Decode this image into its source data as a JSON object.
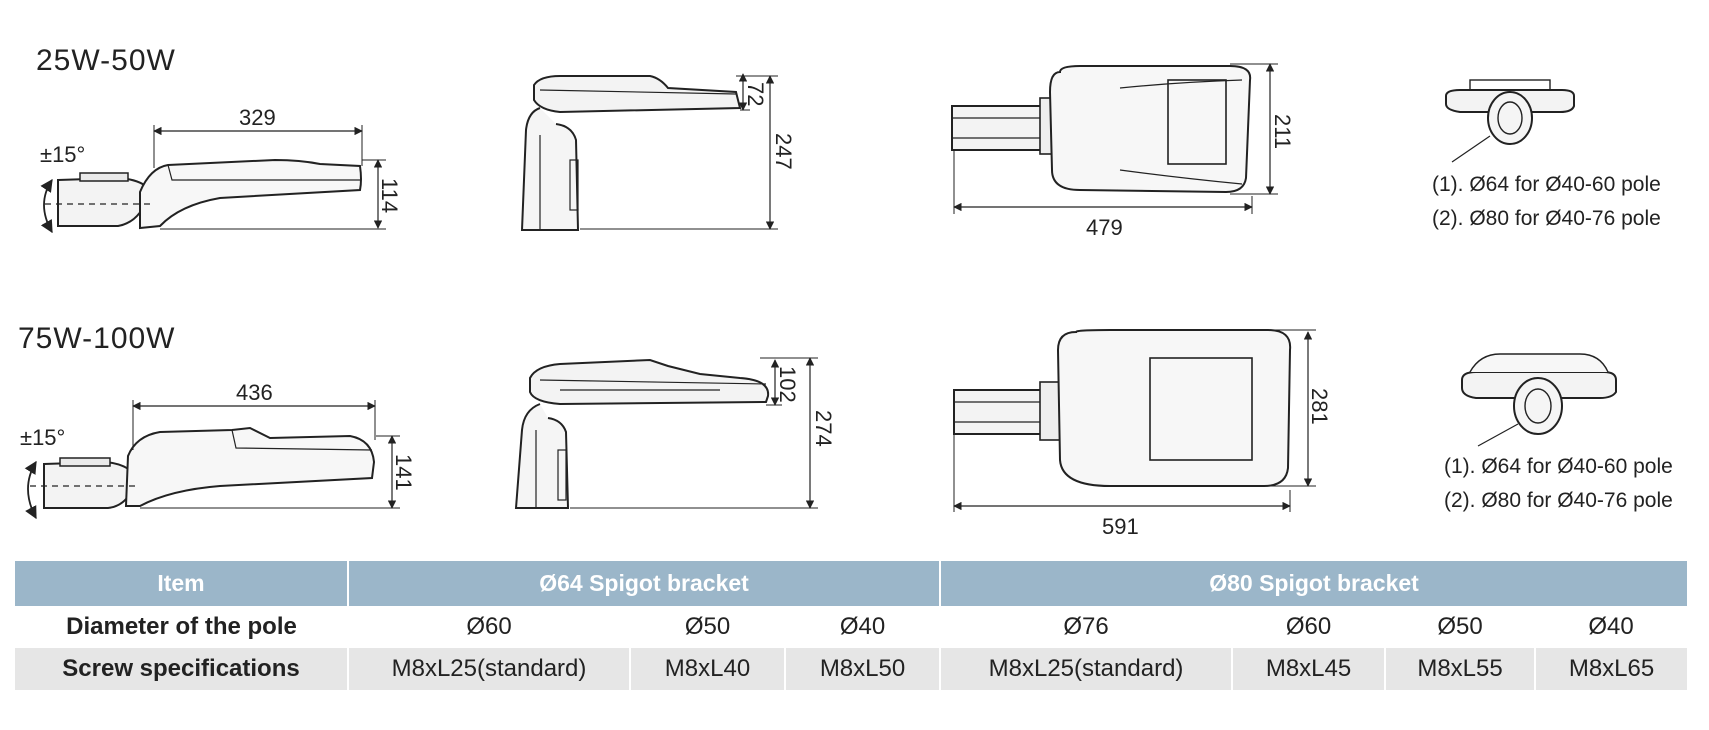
{
  "sections": [
    {
      "title": "25W-50W",
      "side": {
        "tilt": "±15°",
        "length": "329",
        "height": "114"
      },
      "front": {
        "head_height": "72",
        "total_height": "247"
      },
      "top": {
        "width": "211",
        "length": "479"
      },
      "end": {
        "notes": [
          "(1). Ø64 for Ø40-60 pole",
          "(2). Ø80 for Ø40-76 pole"
        ]
      }
    },
    {
      "title": "75W-100W",
      "side": {
        "tilt": "±15°",
        "length": "436",
        "height": "141"
      },
      "front": {
        "head_height": "102",
        "total_height": "274"
      },
      "top": {
        "width": "281",
        "length": "591"
      },
      "end": {
        "notes": [
          "(1). Ø64 for Ø40-60 pole",
          "(2). Ø80 for Ø40-76 pole"
        ]
      }
    }
  ],
  "table": {
    "header": [
      "Item",
      "Ø64 Spigot bracket",
      "Ø80 Spigot bracket"
    ],
    "rows": [
      {
        "label": "Diameter of the pole",
        "cells": [
          "Ø60",
          "Ø50",
          "Ø40",
          "Ø76",
          "Ø60",
          "Ø50",
          "Ø40"
        ]
      },
      {
        "label": "Screw specifications",
        "cells": [
          "M8xL25(standard)",
          "M8xL40",
          "M8xL50",
          "M8xL25(standard)",
          "M8xL45",
          "M8xL55",
          "M8xL65"
        ]
      }
    ]
  },
  "colors": {
    "header_bg": "#9bb6c9",
    "row_alt_bg": "#e6e6e6",
    "line": "#222222"
  }
}
